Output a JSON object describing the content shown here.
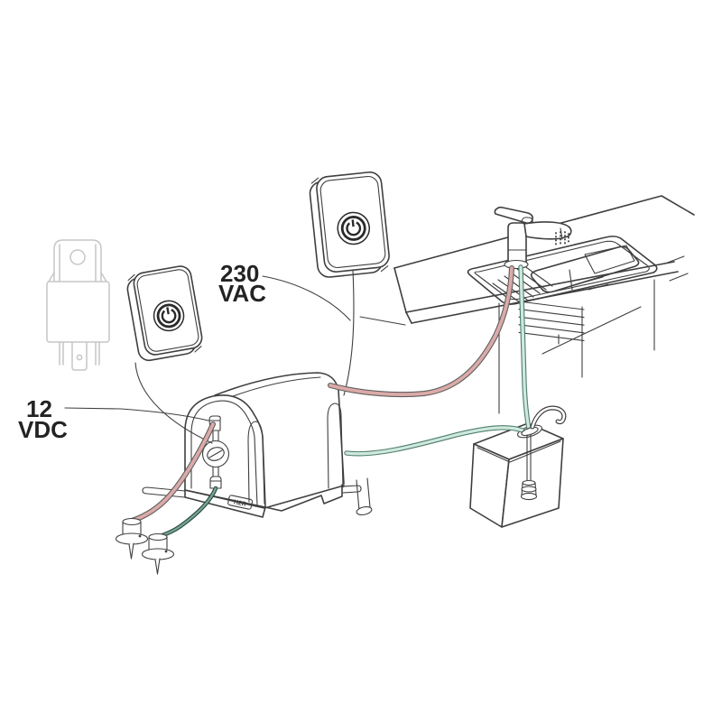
{
  "labels": {
    "ac": {
      "line1": "230",
      "line2": "VAC"
    },
    "dc": {
      "line1": "12",
      "line2": "VDC"
    },
    "pump_badge": "H2R"
  },
  "icons": {
    "power": {
      "name": "power-icon",
      "glyph": "⏻"
    }
  },
  "theme": {
    "background": "#ffffff",
    "line": "#3f3f3f",
    "relay_line": "#c6c6c6",
    "label_text": "#232323",
    "tube_hot_fill": "#dbaaa8",
    "tube_hot_outline": "#5f5f5f",
    "tube_cold_fill": "#cfe9dd",
    "tube_cold_outline": "#4e7d6e",
    "wire_ground_fill": "#7aa695",
    "wire_ground_outline": "#2f4f43"
  }
}
